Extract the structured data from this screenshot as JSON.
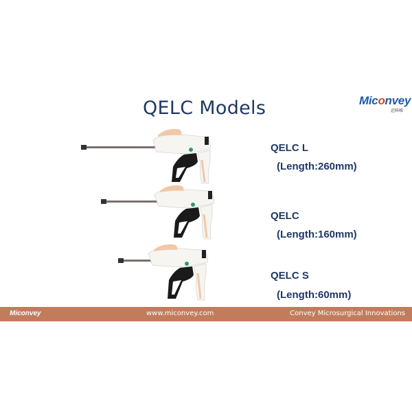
{
  "slide": {
    "title": "QELC Models",
    "logo": {
      "brand": "Miconvey",
      "subtitle": "迈科唯"
    },
    "models": [
      {
        "name": "QELC L",
        "length": "(Length:260mm)"
      },
      {
        "name": "QELC",
        "length": "(Length:160mm)"
      },
      {
        "name": "QELC S",
        "length": "(Length:60mm)"
      }
    ],
    "footer": {
      "brand": "Miconvey",
      "url": "www.miconvey.com",
      "tagline": "Convey Microsurgical Innovations"
    },
    "colors": {
      "title": "#1f3864",
      "footer_bar": "#c27c5c",
      "logo_blue": "#1c5aa8",
      "accent_peach": "#f0c8a8"
    }
  }
}
